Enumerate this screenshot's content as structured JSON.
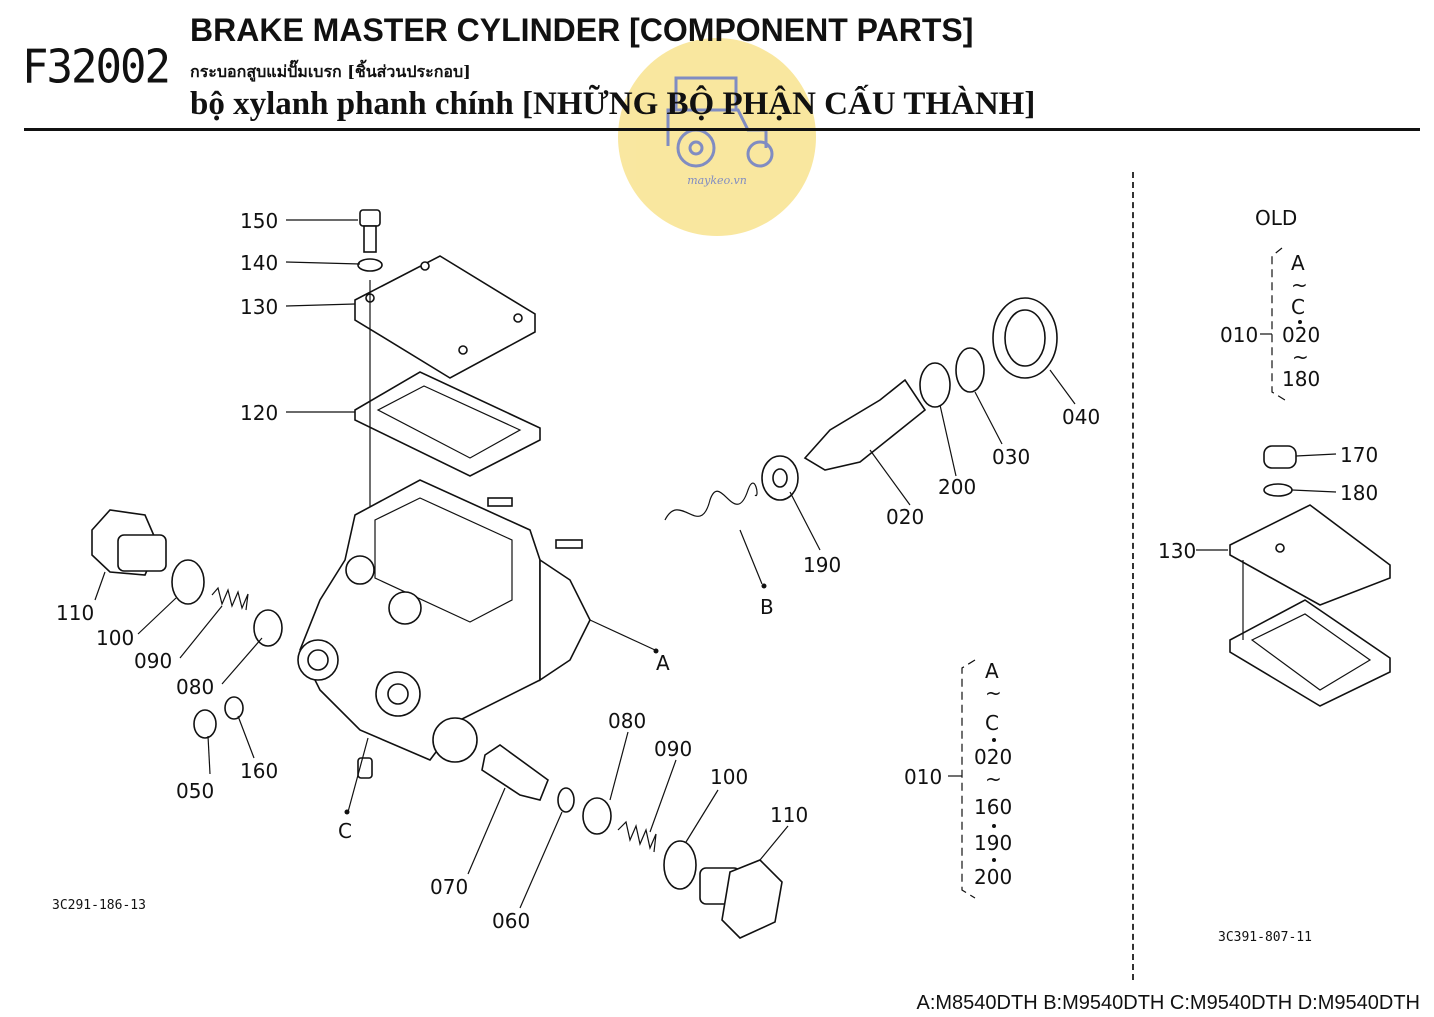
{
  "header": {
    "code": "F32002",
    "title_en": "BRAKE MASTER CYLINDER [COMPONENT PARTS]",
    "title_th": "กระบอกสูบแม่ปั๊มเบรก [ชิ้นส่วนประกอบ]",
    "title_vi": "bộ xylanh phanh chính [NHỮNG BỘ PHẬN CẤU THÀNH]"
  },
  "watermark": {
    "text": "maykeo.vn"
  },
  "left_figure": {
    "ref": "3C291-186-13",
    "callouts": [
      "150",
      "140",
      "130",
      "120",
      "110",
      "100",
      "090",
      "080",
      "050",
      "160",
      "A",
      "B",
      "C",
      "190",
      "020",
      "200",
      "030",
      "040",
      "070",
      "060",
      "080",
      "090",
      "100",
      "110"
    ]
  },
  "right_figure": {
    "ref": "3C391-807-11",
    "old_label": "OLD",
    "callouts": [
      "170",
      "180",
      "130"
    ],
    "old_group": {
      "label": "010",
      "items": [
        "A",
        "~",
        "C",
        "020",
        "~",
        "180"
      ]
    }
  },
  "group_bracket": {
    "label": "010",
    "items": [
      "A",
      "~",
      "C",
      "020",
      "~",
      "160",
      "190",
      "200"
    ]
  },
  "footer": "A:M8540DTH B:M9540DTH C:M9540DTH D:M9540DTH",
  "colors": {
    "watermark": "#f8e38f",
    "ink": "#111111"
  }
}
